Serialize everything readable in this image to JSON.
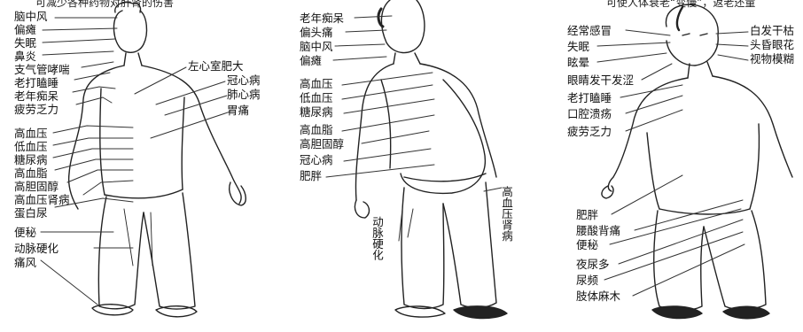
{
  "captions": {
    "left": "可减少各种药物对肝肾的伤害",
    "right": "可使人体衰老“变慢”，返老还童"
  },
  "left_figure": {
    "labels_left": [
      "脑中风",
      "偏瘫",
      "失眠",
      "鼻炎",
      "支气管哮喘",
      "老打瞌睡",
      "老年痴呆",
      "疲劳乏力",
      "高血压",
      "低血压",
      "糖尿病",
      "高血脂",
      "高胆固醇",
      "高血压肾病",
      "蛋白尿",
      "便秘",
      "动脉硬化",
      "痛风"
    ],
    "labels_right": [
      "左心室肥大",
      "冠心病",
      "肺心病",
      "胃痛"
    ]
  },
  "middle_figure": {
    "labels_left": [
      "老年痴呆",
      "偏头痛",
      "脑中风",
      "偏瘫",
      "高血压",
      "低血压",
      "糖尿病",
      "高血脂",
      "高胆固醇",
      "冠心病",
      "肥胖"
    ],
    "vertical_left": "动脉硬化",
    "vertical_right": "高血压肾病"
  },
  "right_figure": {
    "labels_left_top": [
      "经常感冒",
      "失眠",
      "眩晕",
      "眼睛发干发涩",
      "老打瞌睡",
      "口腔溃疡",
      "疲劳乏力"
    ],
    "labels_right_top": [
      "白发干枯",
      "头昏眼花",
      "视物模糊"
    ],
    "labels_left_bottom": [
      "肥胖",
      "腰酸背痛",
      "便秘",
      "夜尿多",
      "尿频",
      "肢体麻木"
    ]
  }
}
